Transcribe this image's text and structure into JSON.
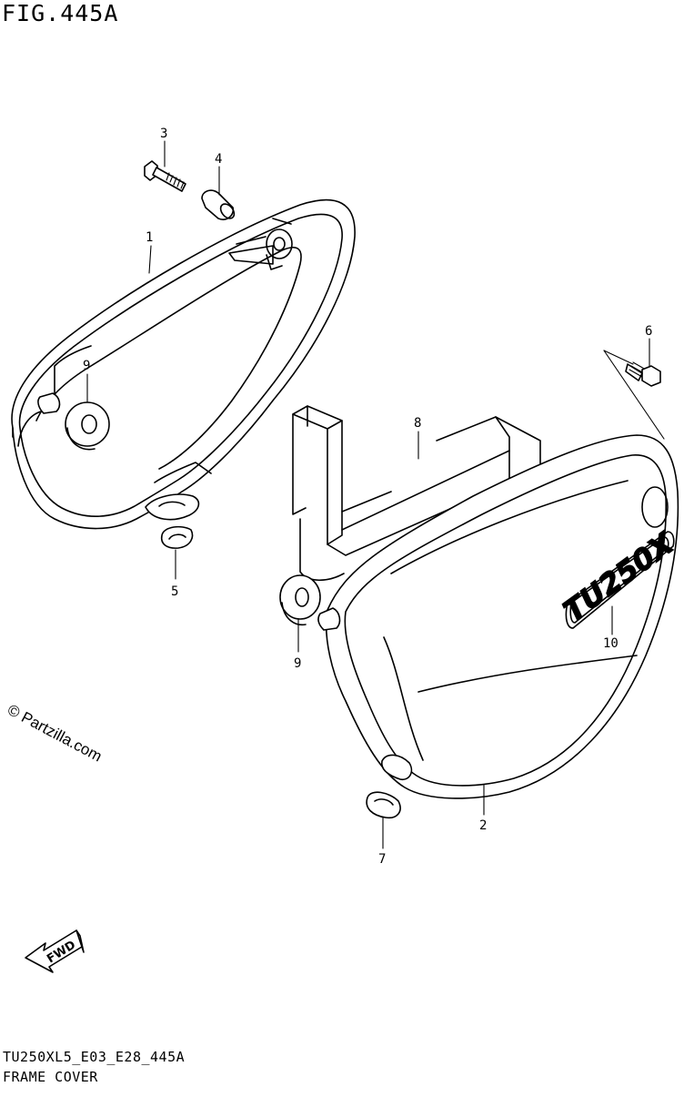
{
  "figure": {
    "title": "FIG.445A",
    "model_code": "TU250XL5_E03_E28_445A",
    "caption": "FRAME COVER"
  },
  "watermark": "© Partzilla.com",
  "callouts": [
    {
      "id": "callout-1",
      "label": "1"
    },
    {
      "id": "callout-2",
      "label": "2"
    },
    {
      "id": "callout-3",
      "label": "3"
    },
    {
      "id": "callout-4",
      "label": "4"
    },
    {
      "id": "callout-5",
      "label": "5"
    },
    {
      "id": "callout-6",
      "label": "6"
    },
    {
      "id": "callout-7",
      "label": "7"
    },
    {
      "id": "callout-8",
      "label": "8"
    },
    {
      "id": "callout-9a",
      "label": "9"
    },
    {
      "id": "callout-9b",
      "label": "9"
    },
    {
      "id": "callout-10",
      "label": "10"
    }
  ],
  "emblem_text": "TU250X",
  "fwd_label": "FWD"
}
